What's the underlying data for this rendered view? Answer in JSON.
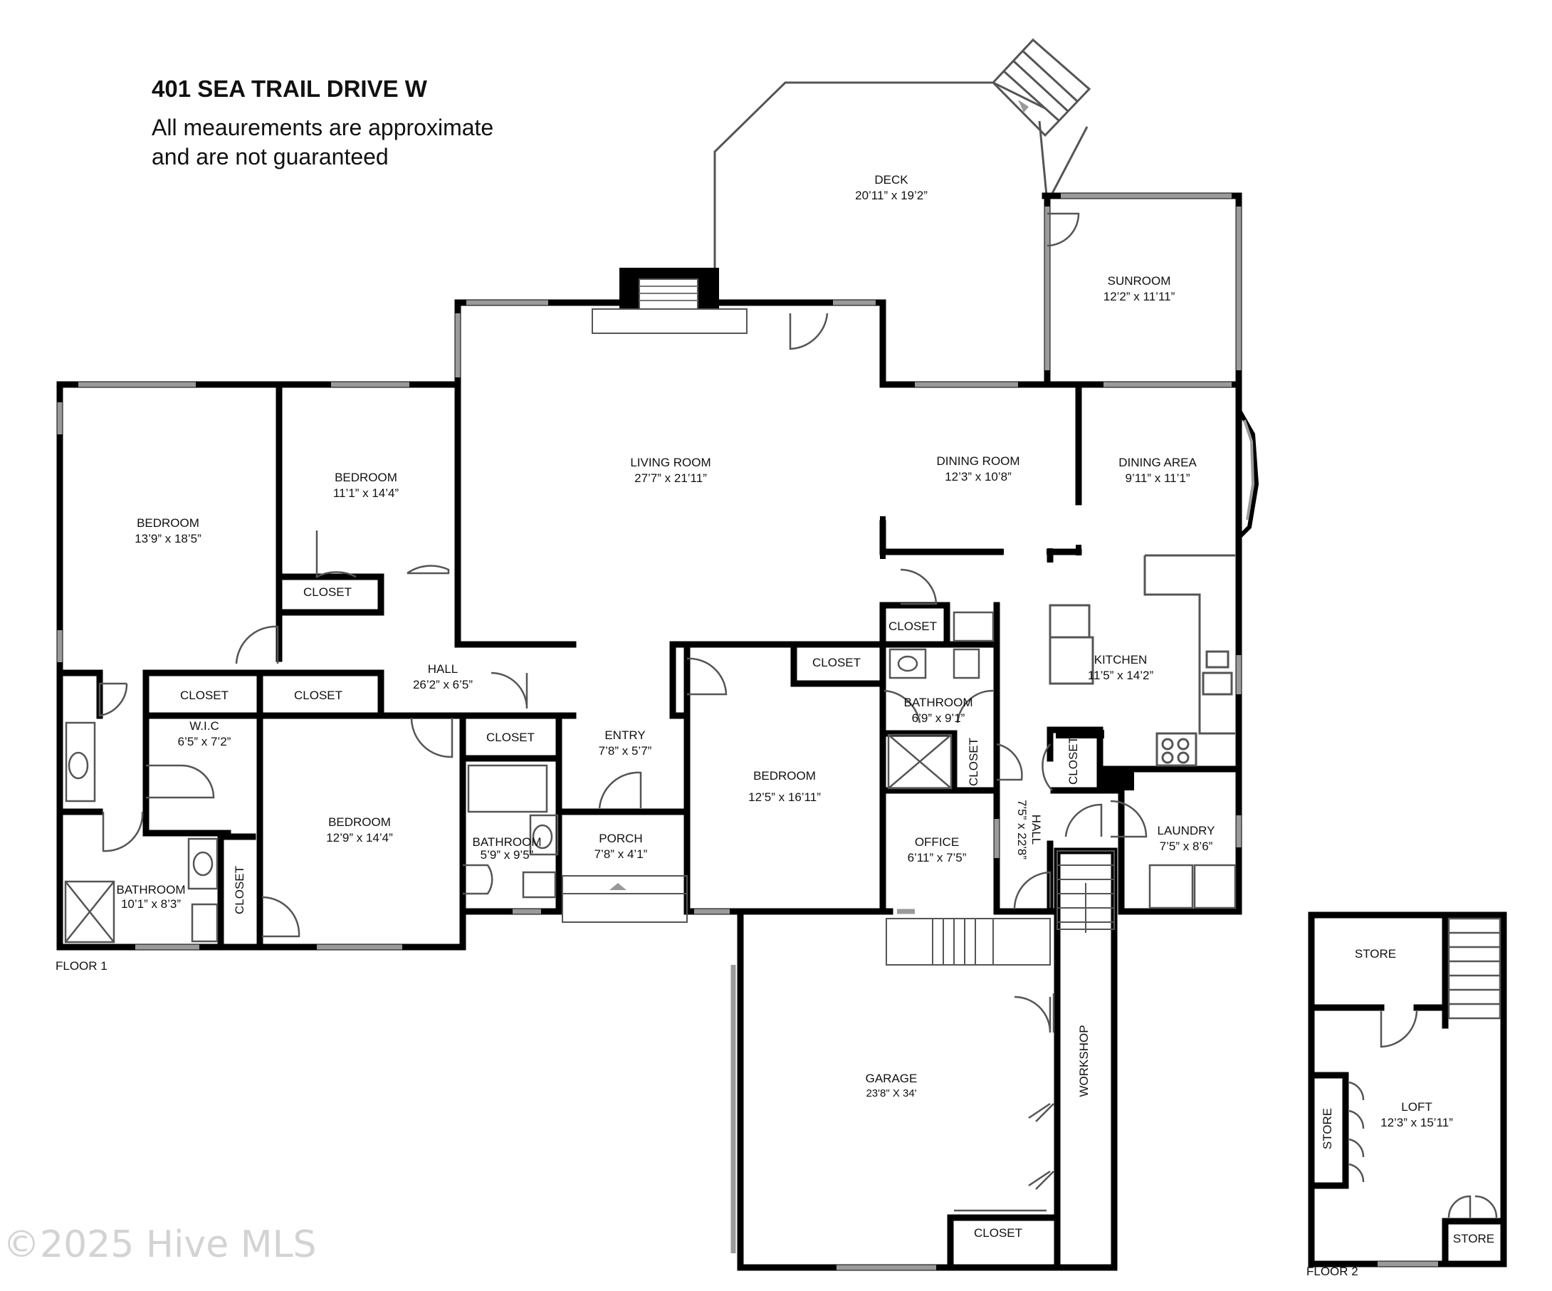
{
  "header": {
    "address": "401 SEA TRAIL DRIVE W",
    "note_line1": "All meaurements are approximate",
    "note_line2": "and are not guaranteed"
  },
  "floors": {
    "floor1": "FLOOR 1",
    "floor2": "FLOOR 2"
  },
  "watermark": "©2025 Hive MLS",
  "colors": {
    "wall": "#000000",
    "window": "#9a9a9a",
    "fixture": "#555555"
  },
  "rooms": {
    "deck": {
      "name": "DECK",
      "size": "20’11” x 19’2”"
    },
    "sunroom": {
      "name": "SUNROOM",
      "size": "12’2” x 11’11”"
    },
    "living_room": {
      "name": "LIVING ROOM",
      "size": "27’7” x 21’11”"
    },
    "dining_room": {
      "name": "DINING ROOM",
      "size": "12’3” x 10’8”"
    },
    "dining_area": {
      "name": "DINING AREA",
      "size": "9’11” x 11’1”"
    },
    "bedroom_nw": {
      "name": "BEDROOM",
      "size": "13’9” x 18’5”"
    },
    "bedroom_n": {
      "name": "BEDROOM",
      "size": "11’1” x 14’4”"
    },
    "closet_bed_n": {
      "name": "CLOSET"
    },
    "closet_dining": {
      "name": "CLOSET"
    },
    "kitchen": {
      "name": "KITCHEN",
      "size": "11’5” x 14’2”"
    },
    "closet_bedroom_e": {
      "name": "CLOSET"
    },
    "hall_main": {
      "name": "HALL",
      "size": "26’2” x 6’5”"
    },
    "closet_a": {
      "name": "CLOSET"
    },
    "closet_b": {
      "name": "CLOSET"
    },
    "bathroom_center": {
      "name": "BATHROOM",
      "size": "6’9” x 9’1”"
    },
    "wic": {
      "name": "W.I.C",
      "size": "6’5” x 7’2”"
    },
    "closet_c": {
      "name": "CLOSET"
    },
    "entry": {
      "name": "ENTRY",
      "size": "7’8” x 5’7”"
    },
    "bedroom_e": {
      "name": "BEDROOM",
      "size": "12’5” x 16’11”"
    },
    "closet_v1": {
      "name": "CLOSET"
    },
    "closet_v2": {
      "name": "CLOSET"
    },
    "bedroom_s": {
      "name": "BEDROOM",
      "size": "12’9” x 14’4”"
    },
    "porch": {
      "name": "PORCH",
      "size": "7’8” x 4’1”"
    },
    "bathroom_small": {
      "name": "BATHROOM",
      "size": "5’9” x 9’5”"
    },
    "office": {
      "name": "OFFICE",
      "size": "6’11” x 7’5”"
    },
    "hall_2": {
      "name": "HALL",
      "size": "7’5” x 22’8”"
    },
    "laundry": {
      "name": "LAUNDRY",
      "size": "7’5” x 8’6”"
    },
    "bathroom_w": {
      "name": "BATHROOM",
      "size": "10’1” x 8’3”"
    },
    "closet_v3": {
      "name": "CLOSET"
    },
    "garage": {
      "name": "GARAGE",
      "size": "23'8\" X 34'"
    },
    "workshop": {
      "name": "WORKSHOP"
    },
    "closet_garage": {
      "name": "CLOSET"
    },
    "store_top": {
      "name": "STORE"
    },
    "loft": {
      "name": "LOFT",
      "size": "12’3” x 15’11”"
    },
    "store_left": {
      "name": "STORE"
    },
    "store_bottom": {
      "name": "STORE"
    }
  }
}
